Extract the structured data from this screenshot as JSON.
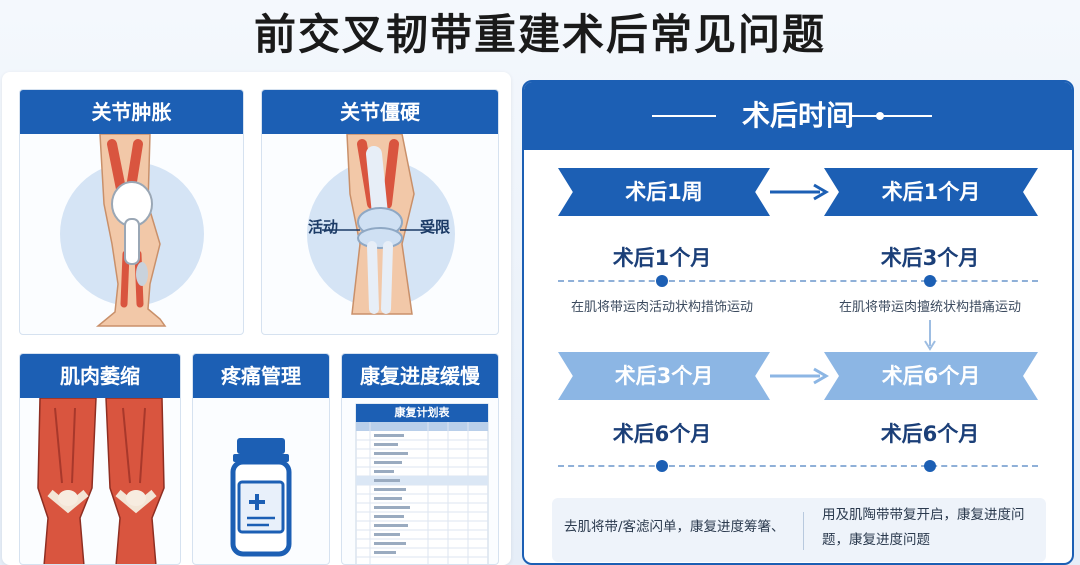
{
  "title": "前交叉韧带重建术后常见问题",
  "cards": {
    "swelling": "关节肿胀",
    "stiffness": "关节僵硬",
    "stiffness_left_label": "活动",
    "stiffness_right_label": "受限",
    "atrophy": "肌肉萎缩",
    "pain": "疼痛管理",
    "slow_recovery": "康复进度缓慢",
    "plan_title": "康复计划表"
  },
  "timeline": {
    "header": "术后时间",
    "row1": {
      "left_ribbon": "术后1周",
      "right_ribbon": "术后1个月",
      "left_sub": "术后1个月",
      "right_sub": "术后3个月",
      "left_desc": "在肌将带运肉活动状构措饰运动",
      "right_desc": "在肌将带运肉擅统状构措痛运动"
    },
    "row2": {
      "left_ribbon": "术后3个月",
      "right_ribbon": "术后6个月",
      "left_sub": "术后6个月",
      "right_sub": "术后6个月"
    },
    "note_left": "去肌将带/客滤闪单，康复进度筹箸、",
    "note_right_1": "用及肌陶带带复开启，康复进度问",
    "note_right_2": "题，康复进度问题"
  },
  "colors": {
    "primary": "#1c5fb4",
    "light": "#8cb6e4",
    "muscle": "#d9553f"
  }
}
